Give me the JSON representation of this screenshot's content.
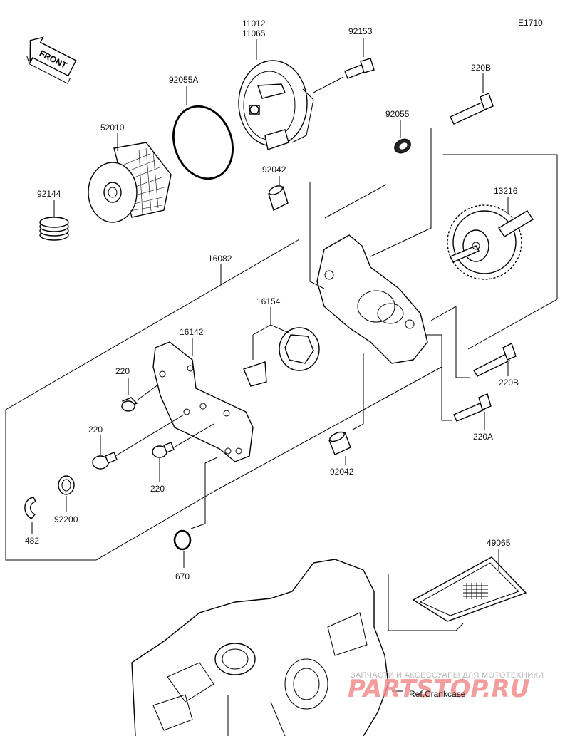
{
  "diagram_id": "E1710",
  "front_label": "FRONT",
  "parts": {
    "p11012": "11012",
    "p11065": "11065",
    "p92153": "92153",
    "p220b_top": "220B",
    "p92055a": "92055A",
    "p52010": "52010",
    "p92055": "92055",
    "p92042_top": "92042",
    "p13216": "13216",
    "p92144": "92144",
    "p16082": "16082",
    "p16154": "16154",
    "p16142": "16142",
    "p220_a": "220",
    "p220_b": "220",
    "p220_c": "220",
    "p220b_right": "220B",
    "p220a": "220A",
    "p92042_bottom": "92042",
    "p92200": "92200",
    "p482": "482",
    "p670": "670",
    "p49065": "49065"
  },
  "ref_label": "Ref.Crankcase",
  "watermark": {
    "tagline": "ЗАПЧАСТИ И АКСЕССУАРЫ ДЛЯ МОТОТЕХНИКИ",
    "brand": "PARTSTOP.RU"
  }
}
